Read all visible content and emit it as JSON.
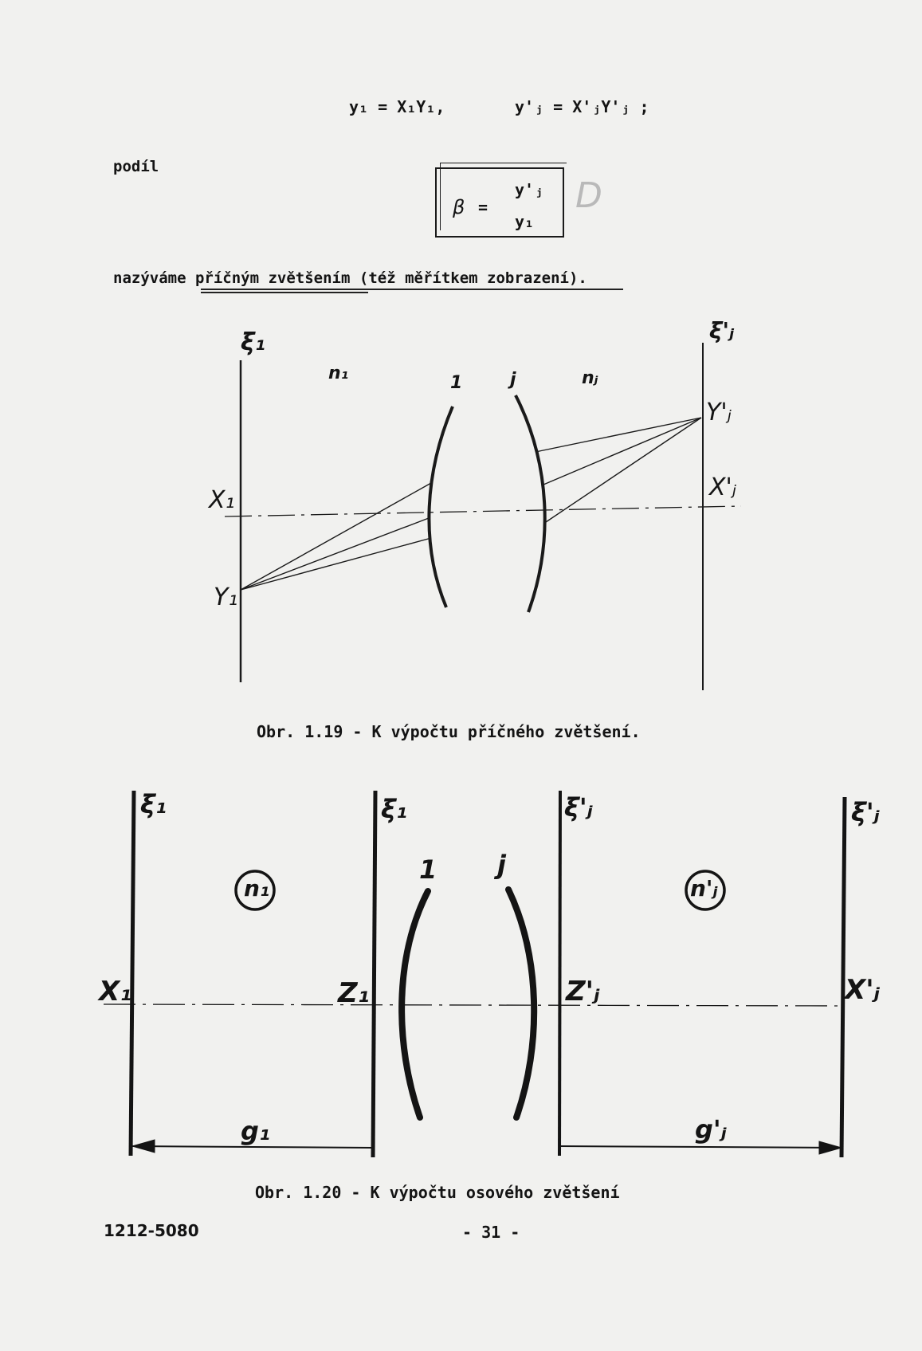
{
  "equations": {
    "line1_left": "y₁ = X₁Y₁,",
    "line1_right": "y'ⱼ = X'ⱼY'ⱼ ;",
    "podil_label": "podíl",
    "beta_symbol": "β",
    "beta_equals": "=",
    "beta_numerator": "y'ⱼ",
    "beta_denominator": "y₁",
    "handwritten_mark": "D",
    "sentence_prefix": "nazýváme",
    "sentence_term": "příčným zvětšením",
    "sentence_suffix": "(též měřítkem zobrazení)."
  },
  "figure_1_19": {
    "label_xi1": "ξ₁",
    "label_xij": "ξ'ⱼ",
    "label_n1": "n₁",
    "label_nj": "nⱼ",
    "label_1": "1",
    "label_j": "j",
    "label_X1": "X₁",
    "label_Y1": "Y₁",
    "label_Yj": "Y'ⱼ",
    "label_Xj": "X'ⱼ",
    "caption": "Obr. 1.19  -  K výpočtu příčného zvětšení."
  },
  "figure_1_20": {
    "label_xi1_a": "ξ₁",
    "label_xi1_b": "ξ₁",
    "label_xij_a": "ξ'ⱼ",
    "label_xij_b": "ξ'ⱼ",
    "label_n1": "n₁",
    "label_nj": "n'ⱼ",
    "label_1": "1",
    "label_j": "j",
    "label_X1": "X₁",
    "label_Z1": "Z₁",
    "label_Zj": "Z'ⱼ",
    "label_Xj": "X'ⱼ",
    "label_g1": "g₁",
    "label_gj": "g'ⱼ",
    "caption": "Obr. 1.20  -  K výpočtu osového zvětšení"
  },
  "footer": {
    "doc_number": "1212-5080",
    "page_number": "- 31 -"
  }
}
